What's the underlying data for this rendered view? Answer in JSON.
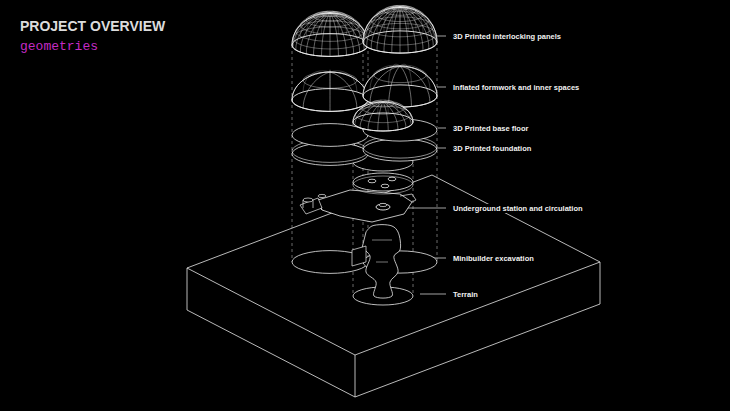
{
  "diagram": {
    "title": "PROJECT OVERVIEW",
    "labels": [
      "geometries",
      "3D Printed interlocking panels",
      "Inflated formwork and inner spaces",
      "3D Printed base floor",
      "3D Printed foundation",
      "Underground station and circulation",
      "Minibuilder excavation",
      "Terrain"
    ]
  }
}
